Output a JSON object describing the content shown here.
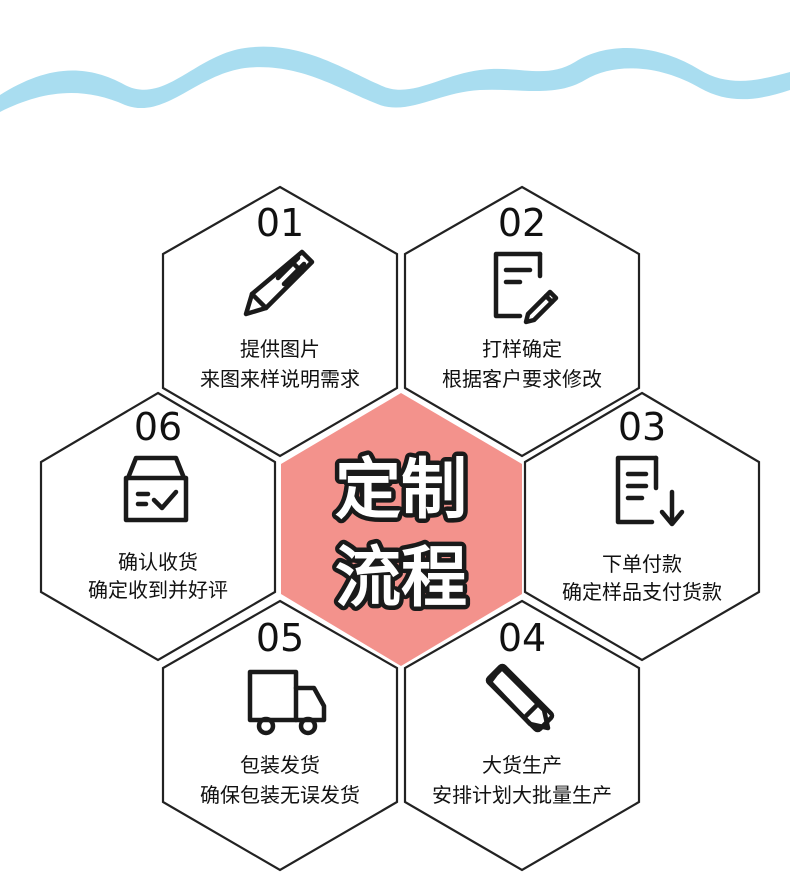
{
  "center": {
    "line1": "定制",
    "line2": "流程",
    "color": "#f3928c"
  },
  "wave_color": "#a9ddf0",
  "steps": [
    {
      "id": "s01",
      "number": "01",
      "title": "提供图片",
      "desc": "来图来样说明需求",
      "icon": "pencil-icon"
    },
    {
      "id": "s02",
      "number": "02",
      "title": "打样确定",
      "desc": "根据客户要求修改",
      "icon": "document-edit-icon"
    },
    {
      "id": "s03",
      "number": "03",
      "title": "下单付款",
      "desc": "确定样品支付货款",
      "icon": "document-download-icon"
    },
    {
      "id": "s04",
      "number": "04",
      "title": "大货生产",
      "desc": "安排计划大批量生产",
      "icon": "pencil-ruler-icon"
    },
    {
      "id": "s05",
      "number": "05",
      "title": "包装发货",
      "desc": "确保包装无误发货",
      "icon": "truck-icon"
    },
    {
      "id": "s06",
      "number": "06",
      "title": "确认收货",
      "desc": "确定收到并好评",
      "icon": "box-check-icon"
    }
  ]
}
